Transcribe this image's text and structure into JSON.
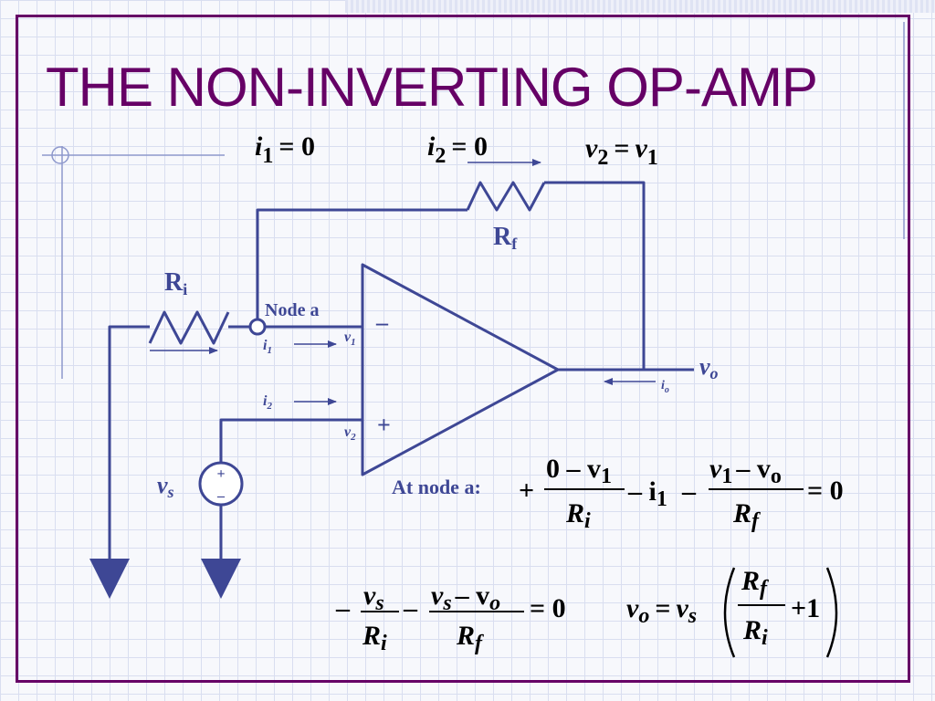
{
  "title": "THE NON-INVERTING OP-AMP",
  "colors": {
    "title": "#660066",
    "frame": "#660066",
    "circuit": "#3e4795",
    "ground": "#3e4795",
    "equation": "#000000"
  },
  "labels": {
    "rf": {
      "main": "R",
      "sub": "f"
    },
    "ri": {
      "main": "R",
      "sub": "i"
    },
    "node_a": "Node a",
    "minus_sign": "–",
    "plus_sign": "+",
    "i1": {
      "main": "i",
      "sub": "1"
    },
    "i2": {
      "main": "i",
      "sub": "2"
    },
    "v1": {
      "main": "v",
      "sub": "1"
    },
    "v2": {
      "main": "v",
      "sub": "2"
    },
    "vo": {
      "main": "v",
      "sub": "o"
    },
    "io": {
      "main": "i",
      "sub": "o"
    },
    "vs": {
      "main": "v",
      "sub": "s"
    },
    "source_plus": "+",
    "source_minus": "–"
  },
  "conditions": {
    "c1": {
      "var": "i",
      "sub": "1",
      "rhs": "= 0"
    },
    "c2": {
      "var": "i",
      "sub": "2",
      "rhs": "= 0"
    },
    "c3": {
      "lhs": "v",
      "lsub": "2",
      "op": "=",
      "rhs": "v",
      "rsub": "1"
    }
  },
  "equations": {
    "node_a_label": "At node a:",
    "eq1": {
      "lead": "+",
      "frac1_num": "0 – v",
      "frac1_num_sub": "1",
      "frac1_den": "R",
      "frac1_den_sub": "i",
      "mid": "– i",
      "mid_sub": "1",
      "mid2": "–",
      "frac2_num_a": "v",
      "frac2_num_a_sub": "1",
      "frac2_num_b": "– v",
      "frac2_num_b_sub": "o",
      "frac2_den": "R",
      "frac2_den_sub": "f",
      "rhs": "= 0"
    },
    "eq2": {
      "lead": "–",
      "frac1_num": "v",
      "frac1_num_sub": "s",
      "frac1_den": "R",
      "frac1_den_sub": "i",
      "mid": "–",
      "frac2_num_a": "v",
      "frac2_num_a_sub": "s",
      "frac2_num_b": "– v",
      "frac2_num_b_sub": "o",
      "frac2_den": "R",
      "frac2_den_sub": "f",
      "rhs": "= 0"
    },
    "eq3": {
      "lhs": "v",
      "lhs_sub": "o",
      "eq": "=",
      "var": "v",
      "var_sub": "s",
      "frac_num": "R",
      "frac_num_sub": "f",
      "frac_den": "R",
      "frac_den_sub": "i",
      "plus_one": "+1"
    }
  }
}
